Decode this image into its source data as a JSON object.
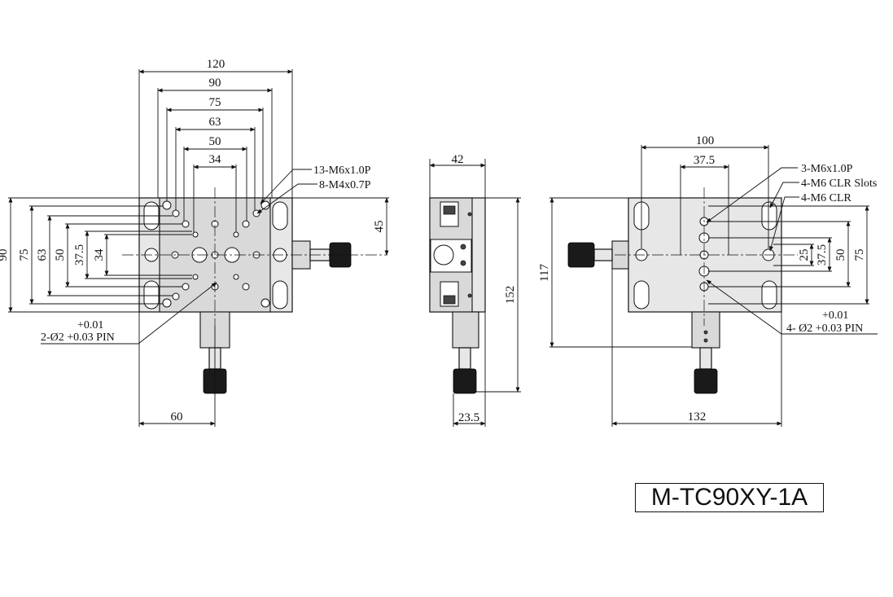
{
  "front_view": {
    "dims": {
      "top_120": "120",
      "top_90": "90",
      "top_75": "75",
      "top_63": "63",
      "top_50": "50",
      "top_34": "34",
      "left_90": "90",
      "left_75": "75",
      "left_63": "63",
      "left_50": "50",
      "left_37_5": "37.5",
      "left_34": "34",
      "right_45": "45",
      "bottom_60": "60"
    },
    "callouts": {
      "c1": "13-M6x1.0P",
      "c2": "8-M4x0.7P",
      "pin_tol": "+0.01",
      "pin": "2-Ø2 +0.03 PIN"
    }
  },
  "side_view": {
    "dims": {
      "top_42": "42",
      "right_152": "152",
      "bottom_23_5": "23.5"
    }
  },
  "bottom_view": {
    "dims": {
      "top_100": "100",
      "top_37_5": "37.5",
      "left_117": "117",
      "right_25": "25",
      "right_37_5": "37.5",
      "right_50": "50",
      "right_75": "75",
      "bottom_132": "132"
    },
    "callouts": {
      "c1": "3-M6x1.0P",
      "c2": "4-M6 CLR Slots",
      "c3": "4-M6 CLR",
      "pin_tol": "+0.01",
      "pin": "4- Ø2 +0.03 PIN"
    }
  },
  "model": "M-TC90XY-1A"
}
